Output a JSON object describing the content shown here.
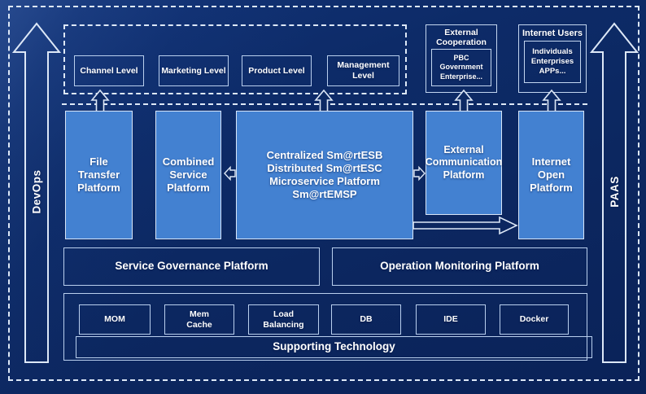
{
  "colors": {
    "background": "#0c2760",
    "box_fill_blue": "#4381d1",
    "box_border_light": "#b9cfee",
    "dashed_line": "#dde8f7",
    "text": "#ffffff"
  },
  "side_rails": {
    "devops_label": "DevOps",
    "paas_label": "PAAS"
  },
  "channel_levels": {
    "items": [
      {
        "label": "Channel Level"
      },
      {
        "label": "Marketing Level"
      },
      {
        "label": "Product Level"
      },
      {
        "label": "Management Level"
      }
    ]
  },
  "external_cooperation": {
    "title": "External\nCooperation",
    "member": "PBC Government\nEnterprise..."
  },
  "internet_users": {
    "title": "Internet Users",
    "member": "Individuals\nEnterprises\nAPPs..."
  },
  "platforms": {
    "file_transfer": "File\nTransfer\nPlatform",
    "combined_service": "Combined\nService\nPlatform",
    "esb_core": "Centralized Sm@rtESB\nDistributed Sm@rtESC\nMicroservice Platform Sm@rtEMSP",
    "external_communication": "External\nCommunication\nPlatform",
    "internet_open": "Internet\nOpen\nPlatform"
  },
  "governance": {
    "service_governance": "Service Governance Platform",
    "operation_monitoring": "Operation Monitoring Platform"
  },
  "supporting": {
    "technologies": [
      {
        "label": "MOM"
      },
      {
        "label": "Mem\nCache"
      },
      {
        "label": "Load\nBalancing"
      },
      {
        "label": "DB"
      },
      {
        "label": "IDE"
      },
      {
        "label": "Docker"
      }
    ],
    "bar_label": "Supporting Technology"
  }
}
